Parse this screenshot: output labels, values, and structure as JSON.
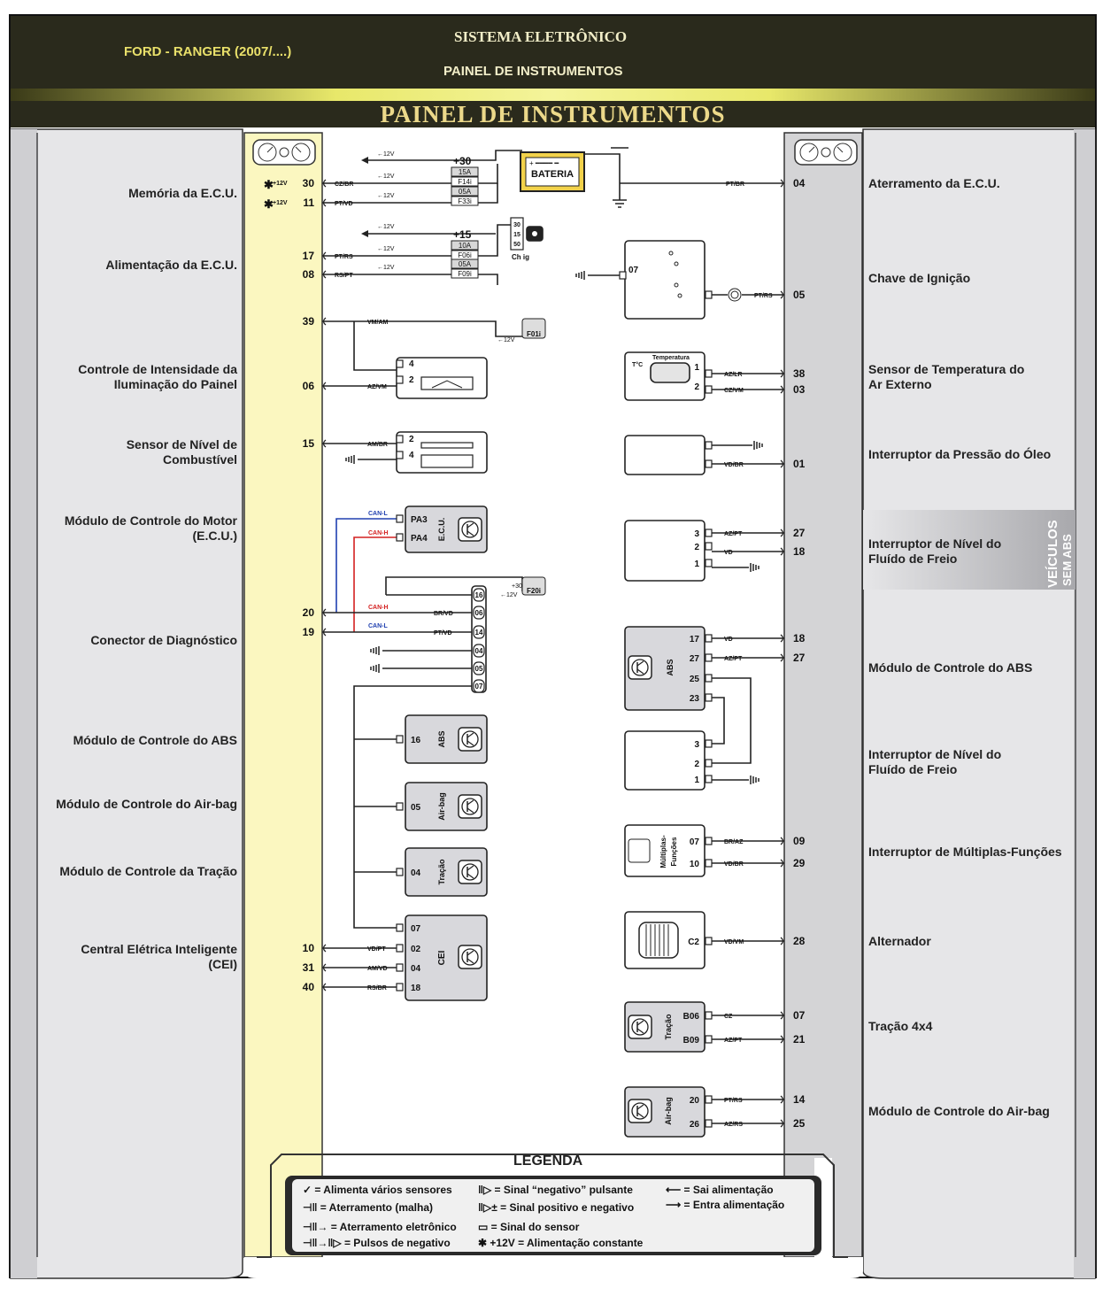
{
  "header": {
    "vehicle": "FORD - RANGER (2007/....)",
    "system": "SISTEMA ELETRÔNICO",
    "subsystem": "PAINEL DE INSTRUMENTOS",
    "banner": "PAINEL DE INSTRUMENTOS"
  },
  "left_labels": [
    "Memória da E.C.U.",
    "Alimentação da E.C.U.",
    "Controle de Intensidade da\nIluminação do Painel",
    "Sensor de Nível de\nCombustível",
    "Módulo de Controle do Motor\n(E.C.U.)",
    "Conector de Diagnóstico",
    "Módulo de Controle do ABS",
    "Módulo de Controle do Air-bag",
    "Módulo de Controle da Tração",
    "Central Elétrica Inteligente\n(CEI)"
  ],
  "right_labels": [
    "Aterramento da E.C.U.",
    "Chave de Ignição",
    "Sensor de Temperatura do\nAr Externo",
    "Interruptor da Pressão do Óleo",
    "Interruptor de Nível do\nFluído de Freio",
    "Módulo de Controle do ABS",
    "Interruptor de Nível do\nFluído de Freio",
    "Interruptor de Múltiplas-Funções",
    "Alternador",
    "Tração 4x4",
    "Módulo de Controle do Air-bag"
  ],
  "veiculos_tag": [
    "VEÍCULOS",
    "SEM ABS"
  ],
  "left_pins": [
    "30",
    "11",
    "17",
    "08",
    "39",
    "06",
    "15",
    "20",
    "19",
    "10",
    "31",
    "40"
  ],
  "right_pins": [
    "04",
    "05",
    "38",
    "03",
    "01",
    "27",
    "18",
    "18",
    "27",
    "09",
    "29",
    "28",
    "07",
    "21",
    "14",
    "25"
  ],
  "wires_left": [
    "CZ/BR",
    "PT/VD",
    "PT/RS",
    "RS/PT",
    "VM/AM",
    "AZ/VM",
    "AM/BR",
    "BR/VD",
    "PT/VD",
    "VD/PT",
    "AM/VD",
    "RS/BR"
  ],
  "wires_right": [
    "PT/BR",
    "PT/RS",
    "AZ/LR",
    "CZ/VM",
    "VD/BR",
    "AZ/PT",
    "VD",
    "VD",
    "AZ/PT",
    "BR/AZ",
    "VD/BR",
    "VD/VM",
    "CZ",
    "AZ/PT",
    "PT/RS",
    "AZ/RS"
  ],
  "fuses": [
    "15A",
    "F14i",
    "05A",
    "F33i",
    "10A",
    "F06i",
    "05A",
    "F09i",
    "F01i",
    "F20i"
  ],
  "supply": {
    "plus30": "+30",
    "plus15": "+15",
    "minus12": "12V",
    "plus12": "+12V",
    "battery": "BATERIA",
    "chig": "Ch ig",
    "switch_pins": [
      "30",
      "15",
      "50"
    ]
  },
  "components": {
    "temp_label": "Temperatura",
    "tc": "T°C",
    "ecu": "E.C.U.",
    "ecu_pins": [
      "PA3",
      "PA4"
    ],
    "can_l": "CAN-L",
    "can_h": "CAN-H",
    "diag_pins": [
      "16",
      "06",
      "14",
      "04",
      "05",
      "07"
    ],
    "abs": "ABS",
    "airbag": "Air-bag",
    "tracao": "Tração",
    "cei": "CEI",
    "multiplas": "Múltiplas-\nFunções",
    "abs_pins": [
      "17",
      "27",
      "25",
      "23"
    ],
    "abs_left_pin": "16",
    "airbag_left_pin": "05",
    "tracao_left_pin": "04",
    "cei_pins": [
      "07",
      "02",
      "04",
      "18"
    ],
    "mf_pins": [
      "07",
      "10"
    ],
    "alt_pin": "C2",
    "tr_pins": [
      "B06",
      "B09"
    ],
    "ab_pins": [
      "20",
      "26"
    ],
    "ign_pin": "07",
    "dimmer_pins": [
      "4",
      "2"
    ],
    "fuel_pins": [
      "2",
      "4"
    ],
    "temp_pins": [
      "1",
      "2"
    ],
    "brake_pins": [
      "3",
      "2",
      "1"
    ]
  },
  "legend": {
    "title": "LEGENDA",
    "items": [
      "= Alimenta vários sensores",
      "= Aterramento (malha)",
      "= Aterramento eletrônico",
      "= Pulsos de negativo",
      "= Sinal “negativo” pulsante",
      "= Sinal positivo e negativo",
      "= Sinal do sensor",
      "= Alimentação constante",
      "= Sai alimentação",
      "= Entra alimentação"
    ]
  },
  "colors": {
    "header_bg": "#2a2a1c",
    "yellow_panel": "#fbf7c0",
    "grey_panel": "#d4d4d6",
    "can_h": "#d42020",
    "can_l": "#2040b0"
  }
}
